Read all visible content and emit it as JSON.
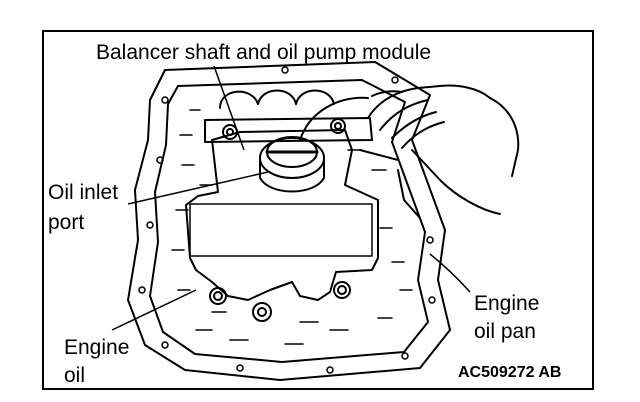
{
  "labels": {
    "balancer": "Balancer shaft and oil pump module",
    "inlet_line1": "Oil inlet",
    "inlet_line2": "port",
    "pan_line1": "Engine",
    "pan_line2": "oil pan",
    "oil_line1": "Engine",
    "oil_line2": "oil"
  },
  "figure_code": "AC509272 AB",
  "colors": {
    "ink": "#000000",
    "paper": "#ffffff"
  }
}
